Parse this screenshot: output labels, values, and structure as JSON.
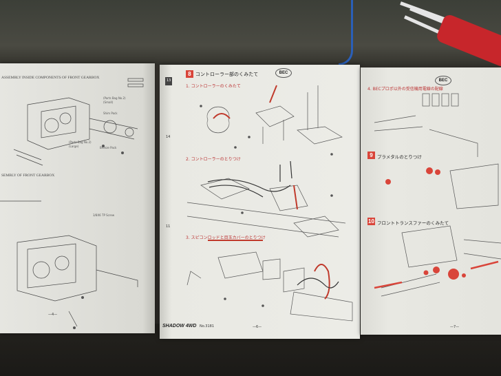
{
  "left_page": {
    "header": "ASSEMBLY INSIDE COMPONENTS OF FRONT GEARBOX",
    "section2": "SEMBLY OF FRONT GEARBOX",
    "labels": [
      "(Parts Bag No.2)",
      "(Small)",
      "(Parts Bag No.2)",
      "(Large)",
      "Shim Pack",
      "Bronze Pack",
      "3/8X6 TP Screw"
    ],
    "page_number": "—4—"
  },
  "center_page": {
    "step_number": "8",
    "title": "コントローラー部のくみたて",
    "badge": "BEC",
    "sub1": "1. コントローラーのくみたて",
    "sub2": "2. コントローラーのとりつけ",
    "sub3": "3. スピコンロッドと目玉カバーのとりつけ",
    "side_marks": [
      "13",
      "14",
      "11"
    ],
    "footer_brand": "SHADOW 4WD",
    "footer_code": "No.3181",
    "page_number": "—6—"
  },
  "right_page": {
    "badge": "BEC",
    "sub1": "4. BECプロポ以外の受信機用電線の配線",
    "step9_number": "9",
    "step9_title": "プラメタルのとりつけ",
    "step10_number": "10",
    "step10_title": "フロントトランスファーのくみたて",
    "page_number": "—7—"
  },
  "colors": {
    "step_badge": "#d9453a",
    "paper": "#ececE7",
    "cable": "#2a5fb8",
    "tool_grip": "#c7262b"
  }
}
